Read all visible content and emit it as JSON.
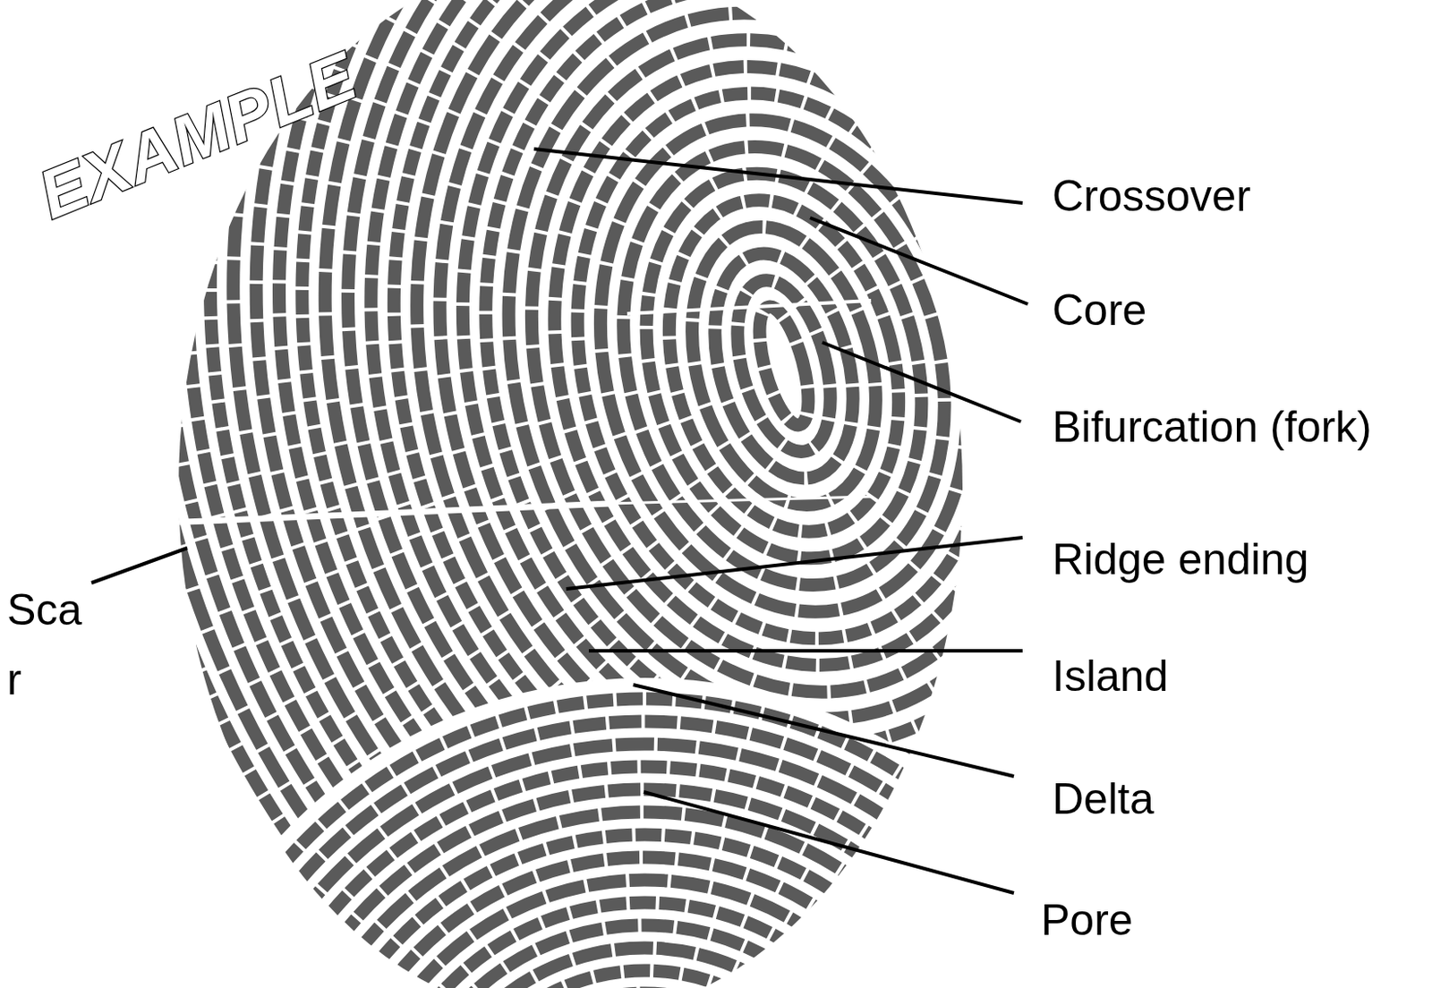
{
  "diagram": {
    "labels": [
      "EXAMPLE",
      "Crossover",
      "Core",
      "Bifurcation (fork)",
      "Ridge ending",
      "Island",
      "Delta",
      "Pore",
      "Sca r"
    ]
  }
}
